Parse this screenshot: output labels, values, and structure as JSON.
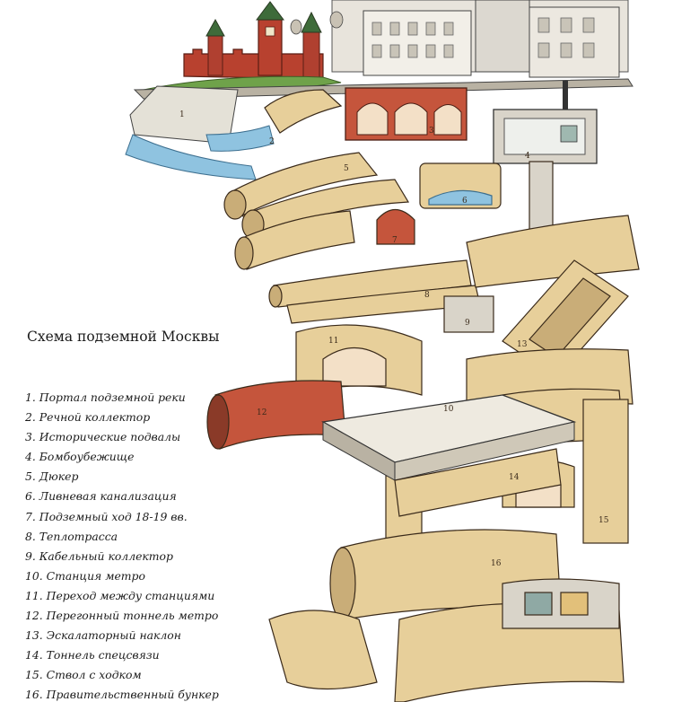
{
  "title": "Схема подземной Москвы",
  "legend": [
    "1. Портал подземной реки",
    "2. Речной коллектор",
    "3. Исторические подвалы",
    "4. Бомбоубежище",
    "5. Дюкер",
    "6. Ливневая канализация",
    "7. Подземный ход 18-19 вв.",
    "8. Теплотрасса",
    "9. Кабельный коллектор",
    "10. Станция метро",
    "11. Переход между станциями",
    "12. Перегонный тоннель метро",
    "13. Эскалаторный наклон",
    "14. Тоннель спецсвязи",
    "15. Ствол с ходком",
    "16. Правительственный бункер"
  ],
  "markers": [
    "1",
    "2",
    "3",
    "4",
    "5",
    "6",
    "7",
    "8",
    "9",
    "10",
    "11",
    "12",
    "13",
    "14",
    "15",
    "16"
  ],
  "colors": {
    "brick_red": "#b8412f",
    "tunnel_tan": "#e7cf9a",
    "tunnel_shadow": "#a8885a",
    "water": "#8fc3e0",
    "grass": "#6fa24a",
    "concrete": "#d9d4c9",
    "ink": "#2a2a2a"
  }
}
